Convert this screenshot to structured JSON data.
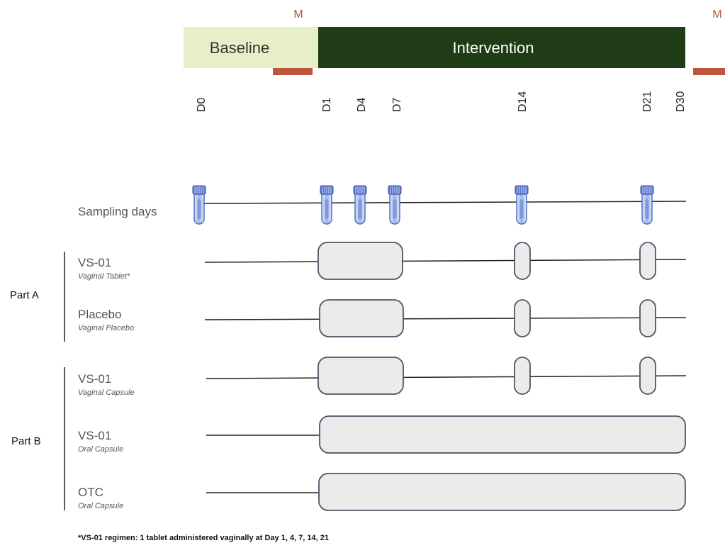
{
  "phases": {
    "baseline_label": "Baseline",
    "intervention_label": "Intervention",
    "baseline_color": "#e6efc8",
    "intervention_color": "#1f3c16",
    "marker_color": "#c0553d",
    "marker_label": "M"
  },
  "days": [
    "D0",
    "D1",
    "D4",
    "D7",
    "D14",
    "D21",
    "D30"
  ],
  "sampling": {
    "label": "Sampling days",
    "icon": "test-tube-icon",
    "days": [
      "D0",
      "D1",
      "D4",
      "D7",
      "D14",
      "D21"
    ]
  },
  "parts": [
    {
      "label": "Part A"
    },
    {
      "label": "Part B"
    }
  ],
  "arms": [
    {
      "name": "VS-01",
      "subtitle": "Vaginal Tablet*",
      "dosing": "D1–D7, D14, D21"
    },
    {
      "name": "Placebo",
      "subtitle": "Vaginal Placebo",
      "dosing": "D1–D7, D14, D21"
    },
    {
      "name": "VS-01",
      "subtitle": "Vaginal Capsule",
      "dosing": "D1–D7, D14, D21"
    },
    {
      "name": "VS-01",
      "subtitle": "Oral Capsule",
      "dosing": "D1–D30"
    },
    {
      "name": "OTC",
      "subtitle": "Oral Capsule",
      "dosing": "D1–D30"
    }
  ],
  "footnote": "*VS-01 regimen: 1 tablet administered vaginally at Day 1, 4, 7, 14, 21"
}
